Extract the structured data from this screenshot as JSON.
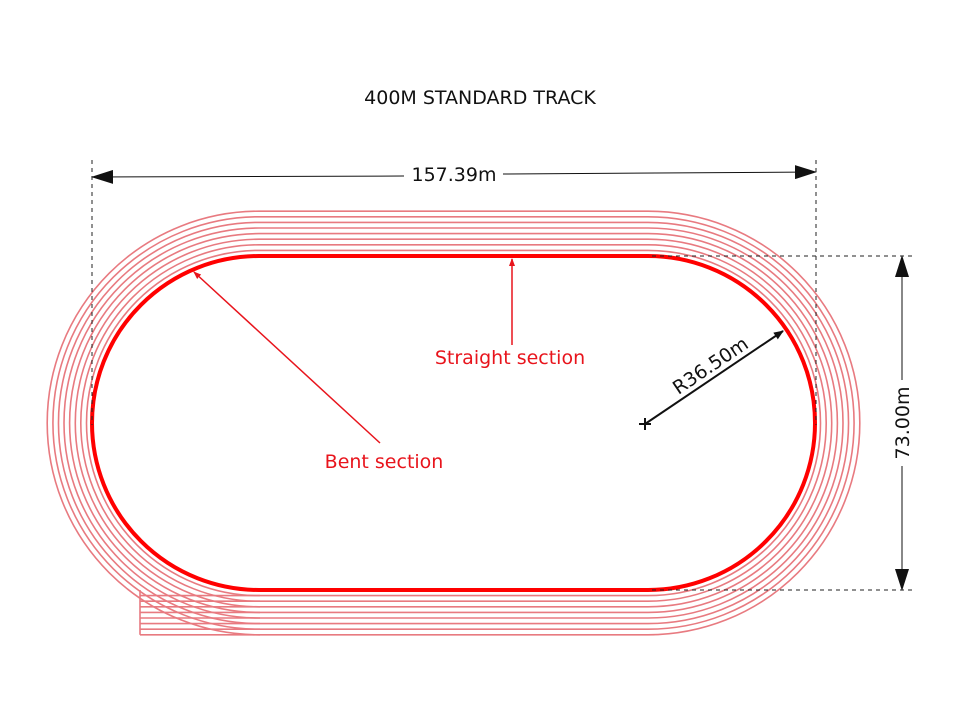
{
  "title": "400M STANDARD TRACK",
  "dimensions": {
    "length": "157.39m",
    "width": "73.00m",
    "radius": "R36.50m"
  },
  "annotations": {
    "straight": "Straight section",
    "bent": "Bent section"
  },
  "lane_count": 8,
  "colors": {
    "track": "#ff0000",
    "lanes": "#e87a80",
    "annotation_text": "#e8141c",
    "dimension": "#111111"
  }
}
